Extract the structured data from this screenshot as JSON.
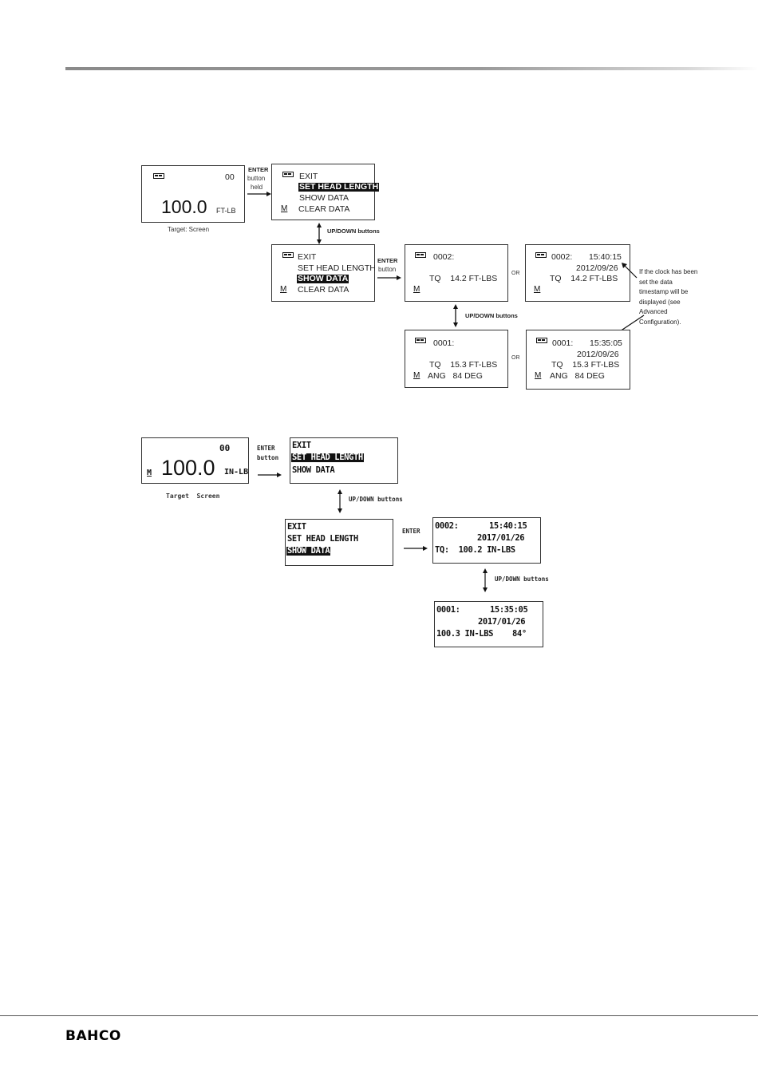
{
  "diagram1": {
    "target_screen": {
      "value": "100.0",
      "unit": "FT-LB",
      "count": "00",
      "caption": "Target: Screen"
    },
    "enter_held_caption": {
      "l1": "ENTER",
      "l2": "button",
      "l3": "held"
    },
    "menu_a": {
      "exit": "EXIT",
      "set_head": "SET HEAD LENGTH",
      "show_data": "SHOW DATA",
      "clear_data": "CLEAR DATA",
      "m": "M"
    },
    "updown_1": "UP/DOWN buttons",
    "menu_b": {
      "exit": "EXIT",
      "set_head": "SET HEAD LENGTH",
      "show_data": "SHOW DATA",
      "clear_data": "CLEAR DATA",
      "m": "M"
    },
    "enter_button_caption": {
      "l1": "ENTER",
      "l2": "button"
    },
    "rec_0002": {
      "id": "0002:",
      "tq": "TQ    14.2 FT-LBS",
      "m": "M"
    },
    "or_1": "OR",
    "rec_0002_ts": {
      "id": "0002:",
      "time": "15:40:15",
      "date": "2012/09/26",
      "tq": "TQ    14.2 FT-LBS",
      "m": "M"
    },
    "note": "If the clock has been set the data timestamp will be displayed (see Advanced Configuration).",
    "updown_2": "UP/DOWN buttons",
    "rec_0001": {
      "id": "0001:",
      "tq": "TQ    15.3 FT-LBS",
      "ang": "ANG   84 DEG",
      "m": "M"
    },
    "or_2": "OR",
    "rec_0001_ts": {
      "id": "0001:",
      "time": "15:35:05",
      "date": "2012/09/26",
      "tq": "TQ    15.3 FT-LBS",
      "ang": "ANG   84 DEG",
      "m": "M"
    }
  },
  "diagram2": {
    "target_screen": {
      "value": "100.0",
      "unit": "IN-LB",
      "count": "00",
      "m": "M",
      "caption": "Target  Screen"
    },
    "enter_button_caption": {
      "l1": "ENTER",
      "l2": "button"
    },
    "menu_a": {
      "exit": "EXIT",
      "set_head": "SET HEAD LENGTH",
      "show_data": "SHOW DATA"
    },
    "updown_1": "UP/DOWN buttons",
    "menu_b": {
      "exit": "EXIT",
      "set_head": "SET HEAD LENGTH",
      "show_data": "SHOW DATA"
    },
    "enter_caption": "ENTER",
    "rec_0002": {
      "id": "0002:",
      "time": "15:40:15",
      "date": "2017/01/26",
      "tq": "TQ:  100.2 IN-LBS"
    },
    "updown_2": "UP/DOWN buttons",
    "rec_0001": {
      "id": "0001:",
      "time": "15:35:05",
      "date": "2017/01/26",
      "tq": "100.3 IN-LBS",
      "ang": "84°"
    }
  },
  "footer": {
    "brand": "BAHCO"
  },
  "colors": {
    "ink": "#111111",
    "rule": "#8a8a8a",
    "highlight_bg": "#111111",
    "highlight_text": "#ffffff"
  }
}
